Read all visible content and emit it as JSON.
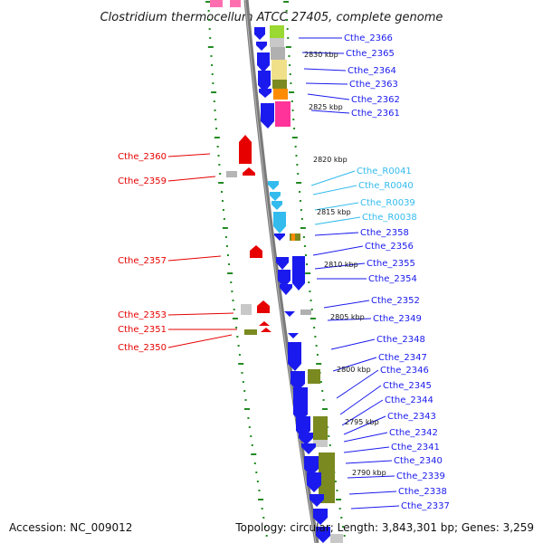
{
  "title": "Clostridium thermocellum ATCC 27405, complete genome",
  "accession": "Accession: NC_009012",
  "topology": "Topology: circular; Length: 3,843,301 bp; Genes: 3,259",
  "colors": {
    "forward": "#1a1aee",
    "reverse": "#e60000",
    "rna": "#33bbee",
    "backbone": "#808080",
    "ticks": "#228b22"
  },
  "kbp_marks": [
    "2830 kbp",
    "2825 kbp",
    "2820 kbp",
    "2815 kbp",
    "2810 kbp",
    "2805 kbp",
    "2800 kbp",
    "2795 kbp",
    "2790 kbp"
  ],
  "right_labels": [
    "Cthe_2366",
    "Cthe_2365",
    "Cthe_2364",
    "Cthe_2363",
    "Cthe_2362",
    "Cthe_2361",
    "Cthe_R0041",
    "Cthe_R0040",
    "Cthe_R0039",
    "Cthe_R0038",
    "Cthe_2358",
    "Cthe_2356",
    "Cthe_2355",
    "Cthe_2354",
    "Cthe_2352",
    "Cthe_2349",
    "Cthe_2348",
    "Cthe_2347",
    "Cthe_2346",
    "Cthe_2345",
    "Cthe_2344",
    "Cthe_2343",
    "Cthe_2342",
    "Cthe_2341",
    "Cthe_2340",
    "Cthe_2339",
    "Cthe_2338",
    "Cthe_2337"
  ],
  "left_labels": [
    "Cthe_2360",
    "Cthe_2359",
    "Cthe_2357",
    "Cthe_2353",
    "Cthe_2351",
    "Cthe_2350"
  ]
}
